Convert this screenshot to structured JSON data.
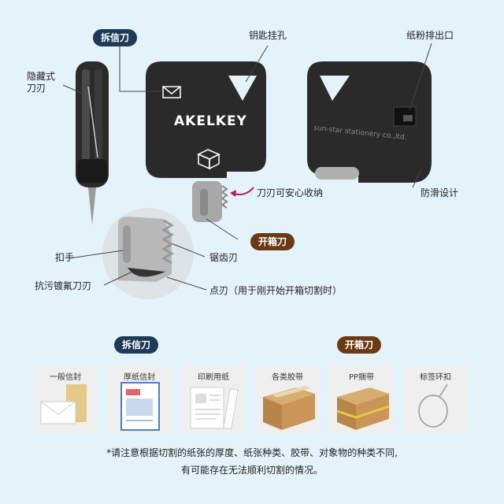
{
  "top": {
    "tag_letter": "拆信刀",
    "hidden_blade": "隐藏式\n刀刃",
    "key_hole": "钥匙挂孔",
    "chalk_outlet": "纸粉排出口",
    "brand": "AKELKEY",
    "maker_text": "sun-star stationery co.,ltd.",
    "retract": "刀刃可安心收纳",
    "anti_slip": "防滑设计",
    "tag_box": "开箱刀",
    "saw_blade": "锯齿刃",
    "grip": "扣手",
    "fluorine_blade": "抗污镀氟刀刃",
    "point_blade": "点刃（用于刚开始开箱切割时）"
  },
  "bottom": {
    "tag_letter": "拆信刀",
    "tag_box": "开箱刀",
    "cards": [
      {
        "label": "一般信封",
        "icon": "envelope-icon"
      },
      {
        "label": "厚纸信封",
        "icon": "thick-envelope-icon"
      },
      {
        "label": "印刷用纸",
        "icon": "paper-icon"
      },
      {
        "label": "各类胶带",
        "icon": "tape-box-icon"
      },
      {
        "label": "PP捆带",
        "icon": "pp-band-box-icon"
      },
      {
        "label": "标签环扣",
        "icon": "tag-loop-icon"
      }
    ],
    "note_line1": "*请注意根据切割的纸张的厚度、纸张种类、胶带、对象物的种类不同,",
    "note_line2": "有可能存在无法顺利切割的情况。"
  }
}
